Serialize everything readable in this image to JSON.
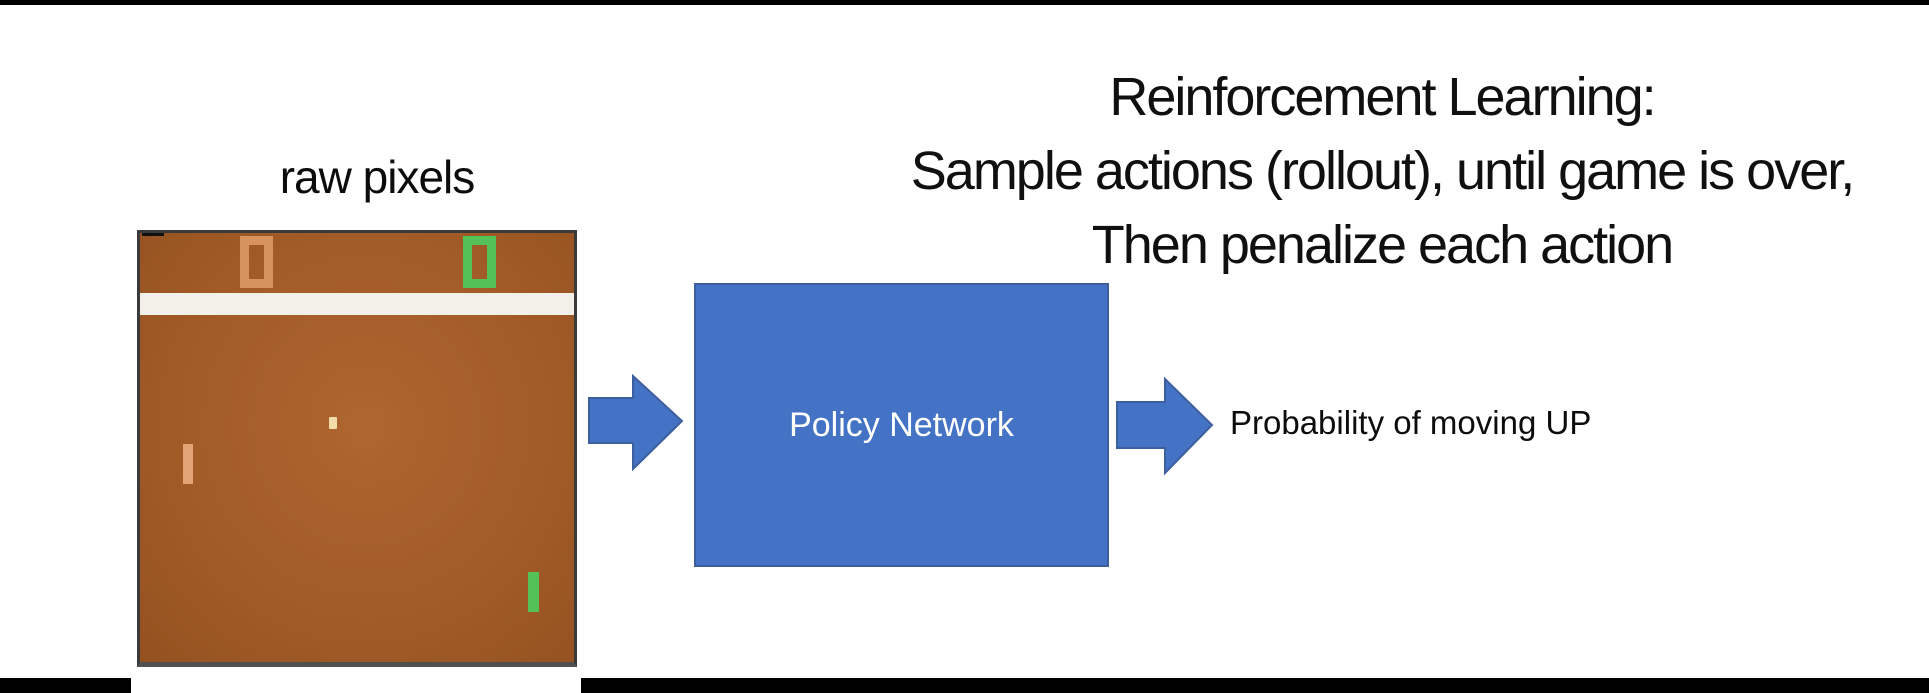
{
  "slide": {
    "raw_pixels_label": "raw pixels",
    "title": {
      "line1": "Reinforcement Learning:",
      "line2": "Sample actions (rollout), until game is over,",
      "line3": "Then penalize each action"
    },
    "policy_box": {
      "label": "Policy Network"
    },
    "output_label": "Probability of moving UP"
  },
  "game": {
    "left_score": "0",
    "right_score": "0"
  },
  "colors": {
    "accent_blue": "#4472C4",
    "accent_blue_border": "#3E5F9E",
    "field_brown": "#A25C28",
    "wall_white": "#F3F0EA",
    "score_orange": "#D6925F",
    "score_green": "#53C158",
    "paddle_tan": "#E2A476",
    "paddle_green": "#53C158",
    "ball_cream": "#F2DCA8"
  }
}
